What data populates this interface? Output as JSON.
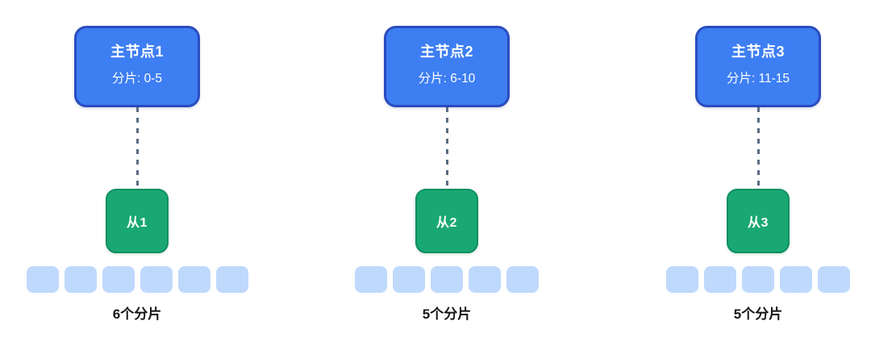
{
  "diagram": {
    "clusters": [
      {
        "master": {
          "title": "主节点1",
          "subtitle": "分片: 0-5"
        },
        "slave": {
          "label": "从1"
        },
        "shard_count": 6,
        "count_label": "6个分片"
      },
      {
        "master": {
          "title": "主节点2",
          "subtitle": "分片: 6-10"
        },
        "slave": {
          "label": "从2"
        },
        "shard_count": 5,
        "count_label": "5个分片"
      },
      {
        "master": {
          "title": "主节点3",
          "subtitle": "分片: 11-15"
        },
        "slave": {
          "label": "从3"
        },
        "shard_count": 5,
        "count_label": "5个分片"
      }
    ],
    "colors": {
      "master_fill": "#3d7ef2",
      "master_border": "#2a4cc0",
      "slave_fill": "#19a873",
      "slave_border": "#0f8f62",
      "shard_fill": "#bfd9fc",
      "connector": "#5b6b80",
      "label_text": "#141414"
    }
  }
}
